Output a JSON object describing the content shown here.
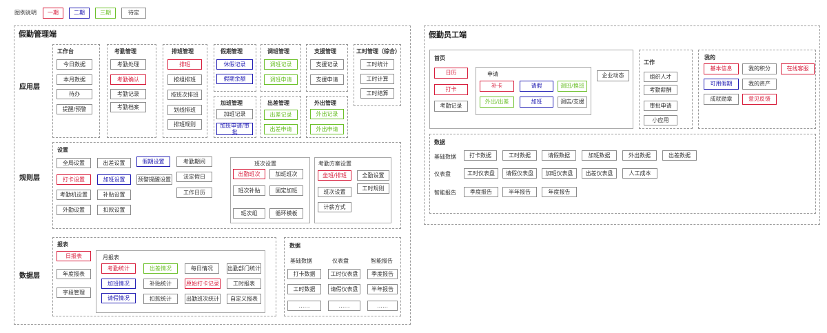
{
  "legend": {
    "label": "图例说明",
    "items": [
      {
        "label": "一期",
        "color": "#d81e3c"
      },
      {
        "label": "二期",
        "color": "#2420b4"
      },
      {
        "label": "三期",
        "color": "#6cc02a"
      },
      {
        "label": "待定",
        "color": "#8c8c8c"
      }
    ]
  },
  "admin": {
    "title": "假勤管理端",
    "layers": {
      "app": "应用层",
      "rule": "规则层",
      "data": "数据层"
    },
    "app": {
      "workbench": {
        "title": "工作台",
        "items": [
          "今日数据",
          "本月数据",
          "待办",
          "提醒/预警"
        ]
      },
      "attendance": {
        "title": "考勤管理",
        "items": [
          "考勤处理",
          "考勤确认",
          "考勤记录",
          "考勤档案"
        ]
      },
      "schedule": {
        "title": "排班管理",
        "items": [
          "排班",
          "按组排班",
          "按班次排班",
          "划线排班",
          "排班规则"
        ]
      },
      "leave": {
        "title": "假期管理",
        "items": [
          "休假记录",
          "假期余额"
        ]
      },
      "shift_swap": {
        "title": "调班管理",
        "items": [
          "调班记录",
          "调班申请"
        ]
      },
      "support": {
        "title": "支援管理",
        "items": [
          "支援记录",
          "支援申请"
        ]
      },
      "worktime": {
        "title": "工时管理（综合）",
        "items": [
          "工时统计",
          "工时计算",
          "工时结算"
        ]
      },
      "overtime": {
        "title": "加班管理",
        "items": [
          "加班记录",
          "加班申请/审批"
        ]
      },
      "trip": {
        "title": "出差管理",
        "items": [
          "出差记录",
          "出差申请"
        ]
      },
      "out": {
        "title": "外出管理",
        "items": [
          "外出记录",
          "外出申请"
        ]
      }
    },
    "rule": {
      "settings_title": "设置",
      "settings": [
        "全局设置",
        "出差设置",
        "假期设置",
        "考勤期间",
        "打卡设置",
        "加班设置",
        "预警提醒设置",
        "法定假日",
        "考勤机设置",
        "补贴设置",
        "工作日历",
        "外勤设置",
        "扣款设置"
      ],
      "shift_title": "班次设置",
      "shift": [
        "出勤班次",
        "加班班次",
        "班次补贴",
        "固定加班",
        "班次组",
        "循环模板"
      ],
      "scheme_title": "考勤方案设置",
      "scheme": [
        "坐班/排班",
        "全勤设置",
        "班次设置",
        "工时规则",
        "计薪方式"
      ]
    },
    "data": {
      "report_title": "报表",
      "daily": "日报表",
      "annual": "年度报表",
      "field": "字段管理",
      "monthly_title": "月报表",
      "monthly": [
        "考勤统计",
        "出差情况",
        "每日情况",
        "出勤部门统计",
        "加班情况",
        "补贴统计",
        "原始打卡记录",
        "工时报表",
        "请假情况",
        "扣款统计",
        "出勤班次统计",
        "自定义报表"
      ],
      "data_title": "数据",
      "columns": [
        {
          "head": "基础数据",
          "items": [
            "打卡数据",
            "工时数据",
            "……"
          ]
        },
        {
          "head": "仪表盘",
          "items": [
            "工时仪表盘",
            "请假仪表盘",
            "……"
          ]
        },
        {
          "head": "智能报告",
          "items": [
            "季度报告",
            "半年报告",
            "……"
          ]
        }
      ]
    }
  },
  "employee": {
    "title": "假勤员工端",
    "home": {
      "title": "首页",
      "left": [
        "日历",
        "打卡",
        "考勤记录"
      ],
      "apply_title": "申请",
      "apply": [
        "补卡",
        "请假",
        "调班/换班",
        "外出/出差",
        "加班",
        "调店/支援"
      ],
      "news": "企业动态"
    },
    "work": {
      "title": "工作",
      "items": [
        "组织人才",
        "考勤薪酬",
        "审批申请",
        "小应用"
      ]
    },
    "mine": {
      "title": "我的",
      "items": [
        "基本信息",
        "我的积分",
        "在线客服",
        "可用假期",
        "我的资产",
        "成就勋章",
        "意见反馈"
      ]
    },
    "data": {
      "title": "数据",
      "rows": [
        {
          "label": "基础数据",
          "items": [
            "打卡数据",
            "工时数据",
            "请假数据",
            "加班数据",
            "外出数据",
            "出差数据"
          ]
        },
        {
          "label": "仪表盘",
          "items": [
            "工时仪表盘",
            "请假仪表盘",
            "加班仪表盘",
            "出差仪表盘",
            "人工成本"
          ]
        },
        {
          "label": "智能报告",
          "items": [
            "季度报告",
            "半年报告",
            "年度报告"
          ]
        }
      ]
    }
  }
}
